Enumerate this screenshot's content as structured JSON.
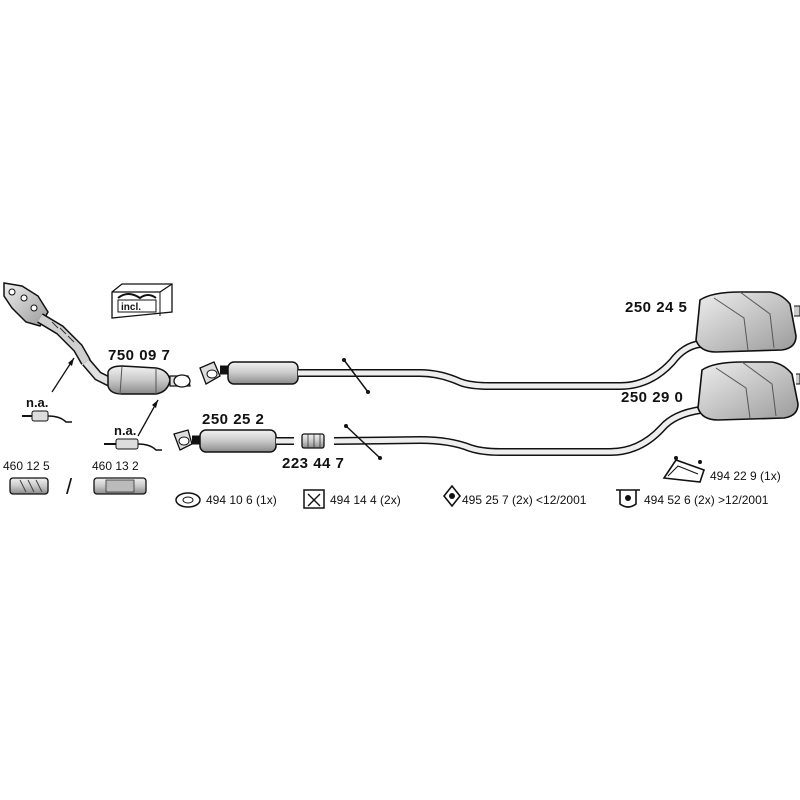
{
  "parts": {
    "cat_converter": "750 09 7",
    "center_silencer": "250 25 2",
    "clamp": "223 44 7",
    "rear_silencer_top": "250 24 5",
    "rear_silencer_bottom": "250 29 0"
  },
  "labels": {
    "incl": "incl.",
    "na_1": "n.a.",
    "na_2": "n.a.",
    "sensor_1": "460 12 5",
    "sensor_2": "460 13 2",
    "slash": "/"
  },
  "accessories": {
    "gasket": "494 10 6 (1x)",
    "hanger": "494 14 4 (2x)",
    "rubber_mount_old": "495 25 7 (2x) <12/2001",
    "rubber_mount_new": "494 52 6 (2x) >12/2001",
    "rear_bracket": "494 22 9 (1x)"
  }
}
